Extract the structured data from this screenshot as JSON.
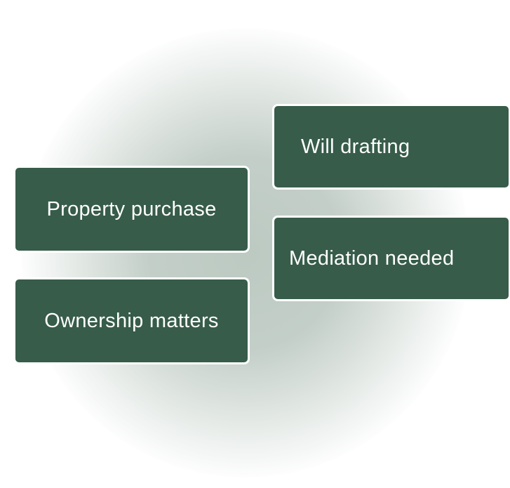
{
  "cards": [
    {
      "label": "Property purchase"
    },
    {
      "label": "Ownership matters"
    },
    {
      "label": "Will drafting"
    },
    {
      "label": "Mediation needed"
    }
  ],
  "colors": {
    "card": "#375c4a",
    "glow": "#bccac2"
  }
}
